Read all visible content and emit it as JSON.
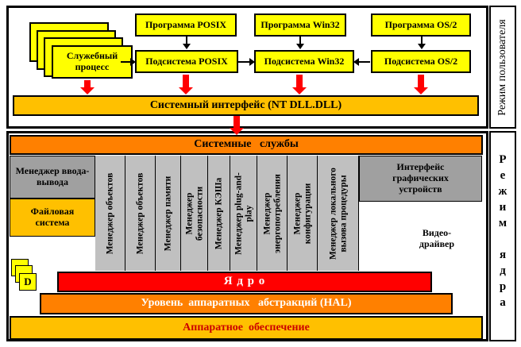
{
  "mode_user": "Режим пользователя",
  "mode_kernel": [
    "Р",
    "е",
    "ж",
    "и",
    "м",
    "",
    "я",
    "д",
    "р",
    "а"
  ],
  "user": {
    "service_process": "Служебный процесс",
    "prog_posix": "Программа POSIX",
    "prog_win32": "Программа Win32",
    "prog_os2": "Программа OS/2",
    "sub_posix": "Подсистема POSIX",
    "sub_win32": "Подсистема Win32",
    "sub_os2": "Подсистема OS/2",
    "sys_interface": "Системный интерфейс (NT DLL.DLL)"
  },
  "kernel": {
    "sys_services": "Системные   службы",
    "io_manager": "Менеджер ввода-вывода",
    "file_system": "Файловая система",
    "managers": [
      "Менеджер объектов",
      "Менеджер объектов",
      "Менеджер памяти",
      "Менеджер безопасности",
      "Менеджер КЭШа",
      "Менеджер plug-and-play",
      "Менеджер энергопотребления",
      "Менеджер конфигурации",
      "Менеджер локального вызова процедуры"
    ],
    "gdi": "Интерфейс графических устройств",
    "video_driver": "Видео-драйвер",
    "driver_letter": "D",
    "kernel_label": "Я д р о",
    "hal": "Уровень  аппаратных   абстракций (HAL)",
    "hardware": "Аппаратное  обеспечение"
  },
  "colors": {
    "yellow": "#ffff00",
    "orange_light": "#ffc000",
    "orange": "#ff8000",
    "red": "#ff0000",
    "gray": "#a0a0a0",
    "frame_bg": "#0000cc"
  }
}
